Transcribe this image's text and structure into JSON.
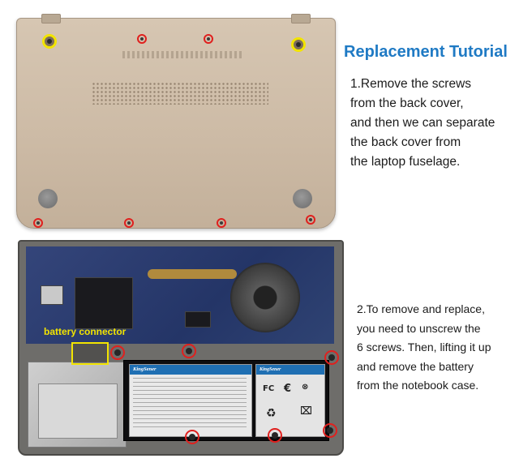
{
  "title": "Replacement Tutorial",
  "step1": {
    "lines": [
      "1.Remove the screws",
      "from the back cover,",
      "and then we can separate",
      "the back cover from",
      "the laptop fuselage."
    ]
  },
  "step2": {
    "lines": [
      "2.To remove and replace,",
      "you need to unscrew the",
      "6 screws. Then, lifting it up",
      "and remove the battery",
      "from the notebook  case."
    ]
  },
  "photo_labels": {
    "battery_connector": "battery connector",
    "battery_brand": "KingSener",
    "battery_brand_small": "KingSener"
  },
  "colors": {
    "title": "#1f7ac4",
    "screw_ring_red": "#e0201e",
    "screw_ring_yellow": "#f2e400",
    "connector_label": "#f2e400"
  }
}
